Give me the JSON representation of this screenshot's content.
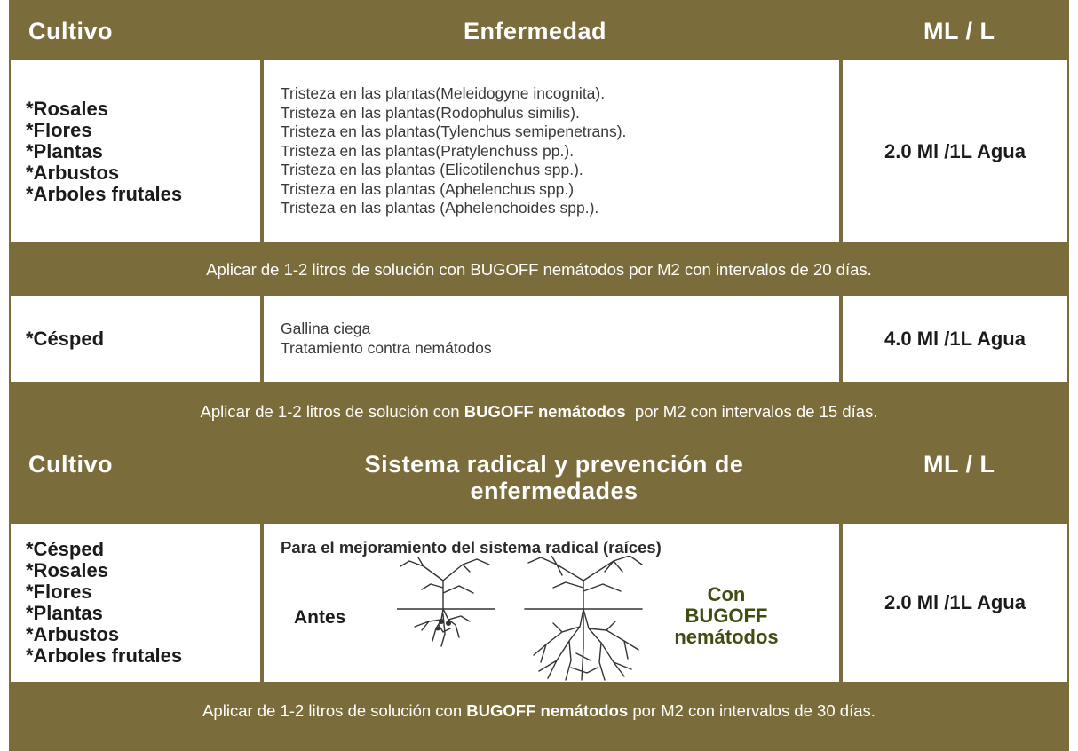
{
  "section1": {
    "headers": {
      "cultivo": "Cultivo",
      "enfermedad": "Enfermedad",
      "dose": "ML / L"
    },
    "row1": {
      "crops": [
        "*Rosales",
        "*Flores",
        "*Plantas",
        "*Arbustos",
        "*Arboles frutales"
      ],
      "diseases": [
        "Tristeza en las plantas(Meleidogyne incognita).",
        "Tristeza en las plantas(Rodophulus similis).",
        "Tristeza en las plantas(Tylenchus semipenetrans).",
        "Tristeza en las plantas(Pratylenchuss pp.).",
        "Tristeza en las plantas (Elicotilenchus spp.).",
        "Tristeza en las plantas (Aphelenchus spp.)",
        "Tristeza en las plantas (Aphelenchoides spp.)."
      ],
      "dose": "2.0 Ml /1L Agua"
    },
    "note1": "Aplicar de 1-2 litros de solución con BUGOFF nemátodos por M2 con intervalos de 20 días.",
    "row2": {
      "crop": "*Césped",
      "diseases": [
        "Gallina ciega",
        "Tratamiento contra nemátodos"
      ],
      "dose": "4.0 Ml /1L Agua"
    },
    "note2": {
      "prefix": "Aplicar de 1-2 litros de solución con ",
      "bold": "BUGOFF nemátodos",
      "suffix": "  por M2 con intervalos de 15 días."
    }
  },
  "section2": {
    "headers": {
      "cultivo": "Cultivo",
      "title_line1": "Sistema radical y prevención de",
      "title_line2": "enfermedades",
      "dose": "ML / L"
    },
    "row": {
      "crops": [
        "*Césped",
        "*Rosales",
        "*Flores",
        "*Plantas",
        "*Arbustos",
        "*Arboles frutales"
      ],
      "subtitle": "Para el mejoramiento del sistema radical (raíces)",
      "before_label": "Antes",
      "after_label": [
        "Con",
        "BUGOFF",
        "nemátodos"
      ],
      "dose": "2.0 Ml /1L Agua"
    },
    "note": {
      "prefix": "Aplicar de 1-2 litros de solución con ",
      "bold": "BUGOFF nemátodos",
      "suffix": " por M2 con intervalos de 30 días."
    }
  },
  "colors": {
    "frame": "#7b6d3b",
    "after_label": "#3f4d12"
  }
}
